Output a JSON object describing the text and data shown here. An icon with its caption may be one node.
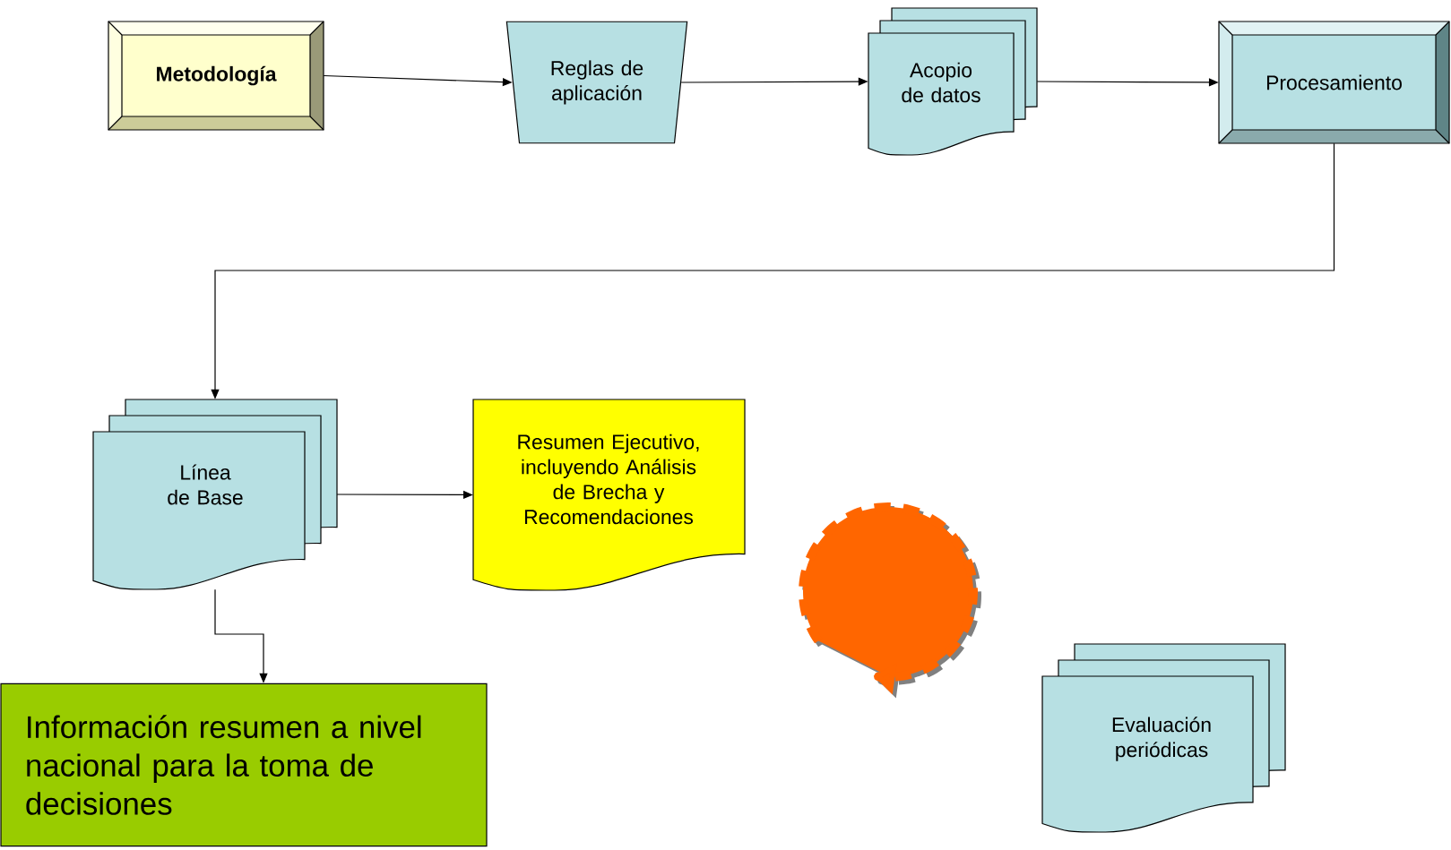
{
  "diagram": {
    "nodes": [
      {
        "text": [
          "Metodología"
        ]
      },
      {
        "text": [
          "Reglas de aplicación"
        ]
      },
      {
        "text": [
          "Acopio de datos"
        ]
      },
      {
        "text": [
          "Procesamiento"
        ]
      },
      {
        "text": [
          "Línea de Base"
        ]
      },
      {
        "text": [
          "Resumen Ejecutivo, incluyendo Análisis de Brecha y Recomendaciones"
        ]
      },
      {
        "text": [
          "Información resumen a nivel nacional para la toma de decisiones"
        ]
      },
      {
        "text": [
          "Evaluación periódicas"
        ]
      }
    ],
    "edges": [
      {
        "from": 0,
        "to": 1,
        "arrow": "to"
      },
      {
        "from": 1,
        "to": 2,
        "arrow": "to"
      },
      {
        "from": 2,
        "to": 3,
        "arrow": "to"
      },
      {
        "from": 3,
        "to": 4,
        "arrow": "to"
      },
      {
        "from": 4,
        "to": 5,
        "arrow": "to"
      },
      {
        "from": 4,
        "to": 6,
        "arrow": "to"
      }
    ]
  }
}
